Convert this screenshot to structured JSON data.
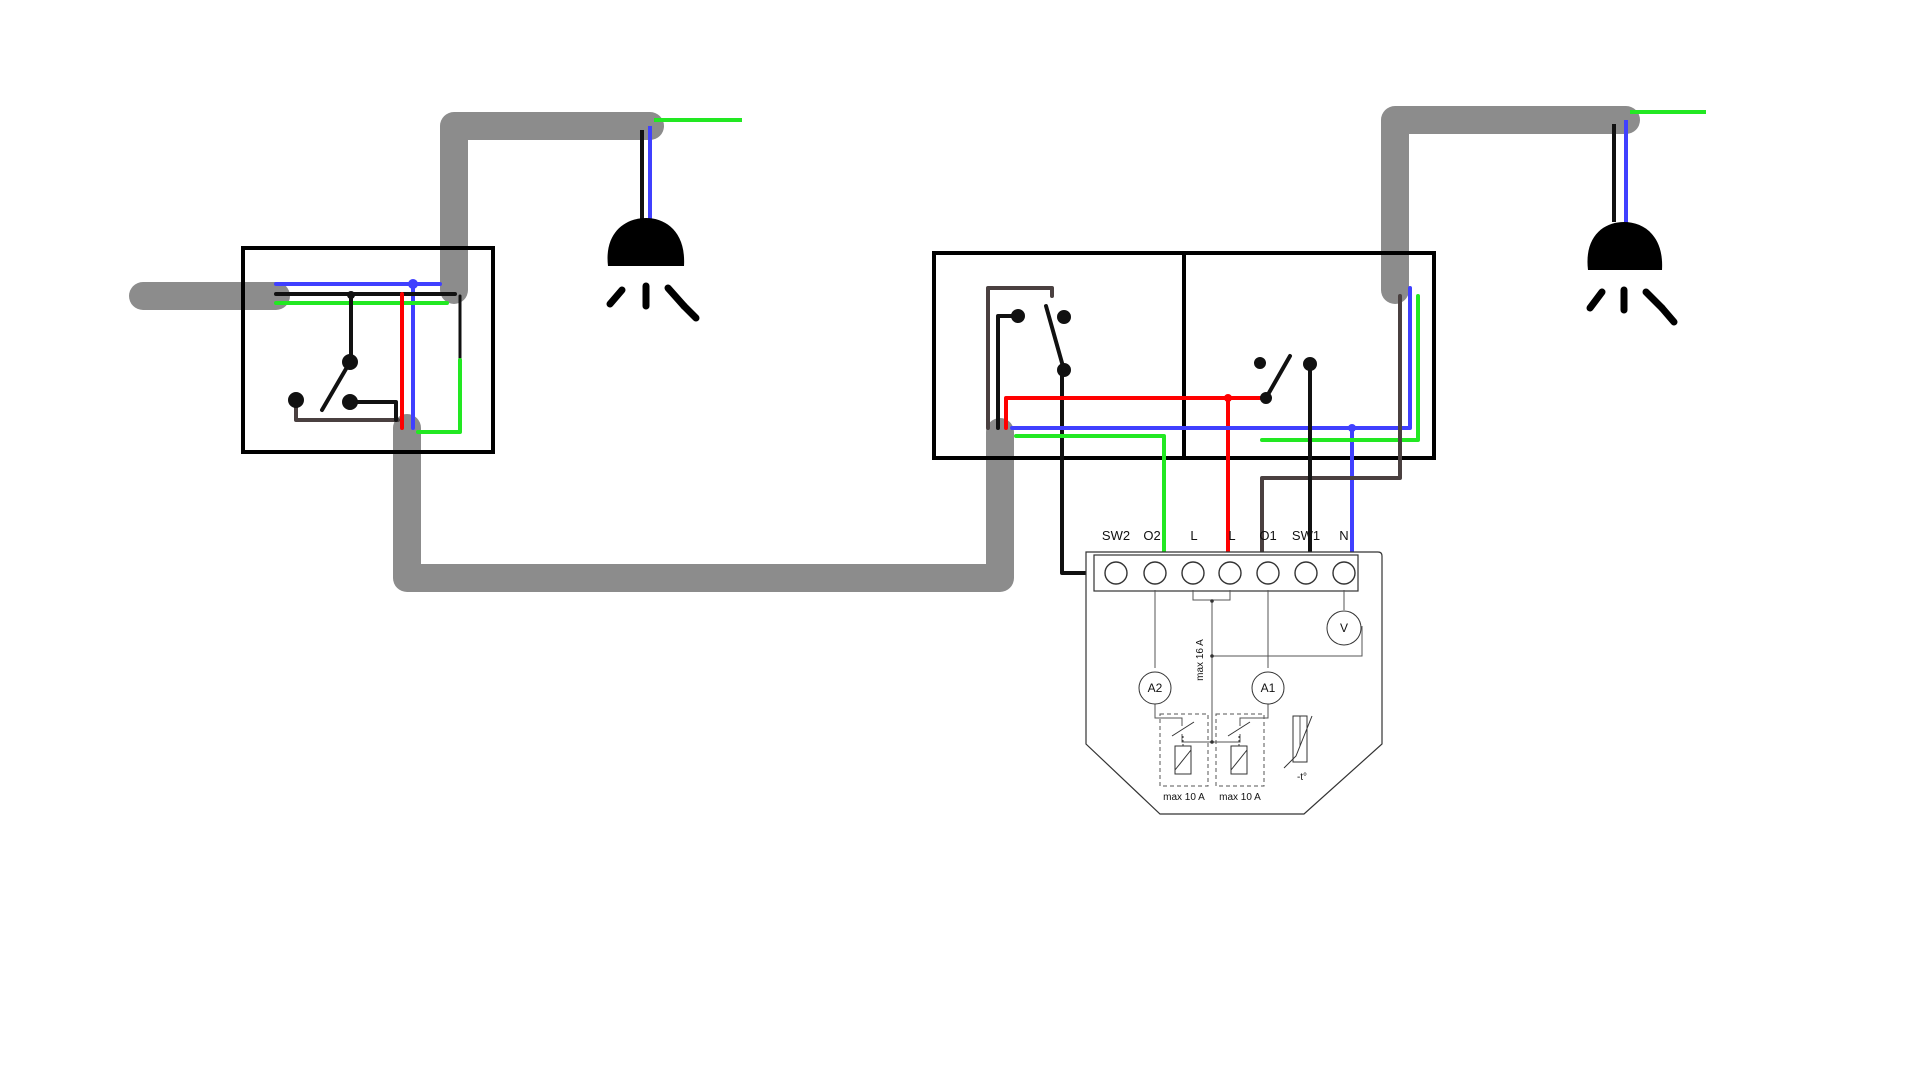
{
  "colors": {
    "background": "#ffffff",
    "conduit": "#8c8c8c",
    "box_outline": "#000000",
    "wire_live": "#ff0000",
    "wire_neutral": "#4040ff",
    "wire_earth": "#22e822",
    "wire_switched": "#111111",
    "wire_brown": "#4a4040",
    "module_outline": "#333333"
  },
  "module": {
    "terminals": [
      "SW2",
      "O2",
      "L",
      "L",
      "O1",
      "SW1",
      "N"
    ],
    "meters": {
      "a2": "A2",
      "a1": "A1",
      "v": "V"
    },
    "max_16a": "max 16 A",
    "relay_left_rating": "max 10 A",
    "relay_right_rating": "max 10 A",
    "thermistor_label": "-t°"
  },
  "icons": {
    "lamp_left": "ceiling-lamp-icon",
    "lamp_right": "ceiling-lamp-icon",
    "switch_left": "two-way-switch-icon",
    "switch_middle": "switch-contact-icon",
    "switch_right": "switch-contact-icon"
  }
}
